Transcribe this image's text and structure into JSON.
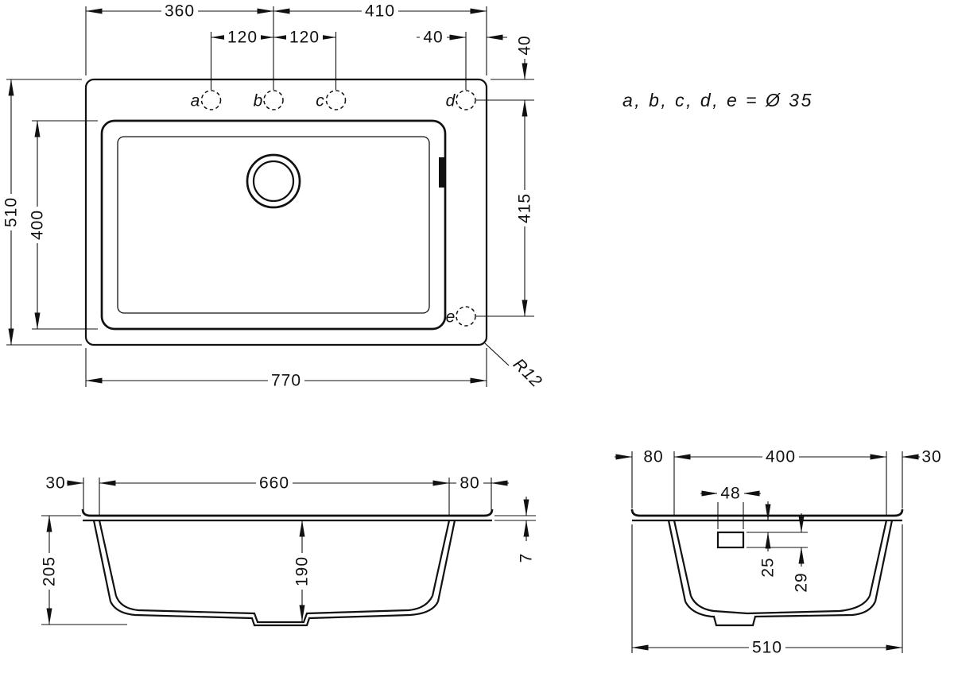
{
  "legend": {
    "text": "a, b, c, d, e = Ø 35"
  },
  "top_view": {
    "holes": {
      "a": "a",
      "b": "b",
      "c": "c",
      "d": "d",
      "e": "e"
    },
    "dims": {
      "d360": "360",
      "d410": "410",
      "d120a": "120",
      "d120b": "120",
      "d40h": "40",
      "d40v": "40",
      "d415": "415",
      "d510": "510",
      "d400": "400",
      "d770": "770",
      "r12": "R12"
    }
  },
  "front_view": {
    "dims": {
      "d30": "30",
      "d660": "660",
      "d80": "80",
      "d7": "7",
      "d205": "205",
      "d190": "190"
    }
  },
  "side_view": {
    "dims": {
      "d80": "80",
      "d400": "400",
      "d30": "30",
      "d48": "48",
      "d25": "25",
      "d29": "29",
      "d510": "510"
    }
  }
}
